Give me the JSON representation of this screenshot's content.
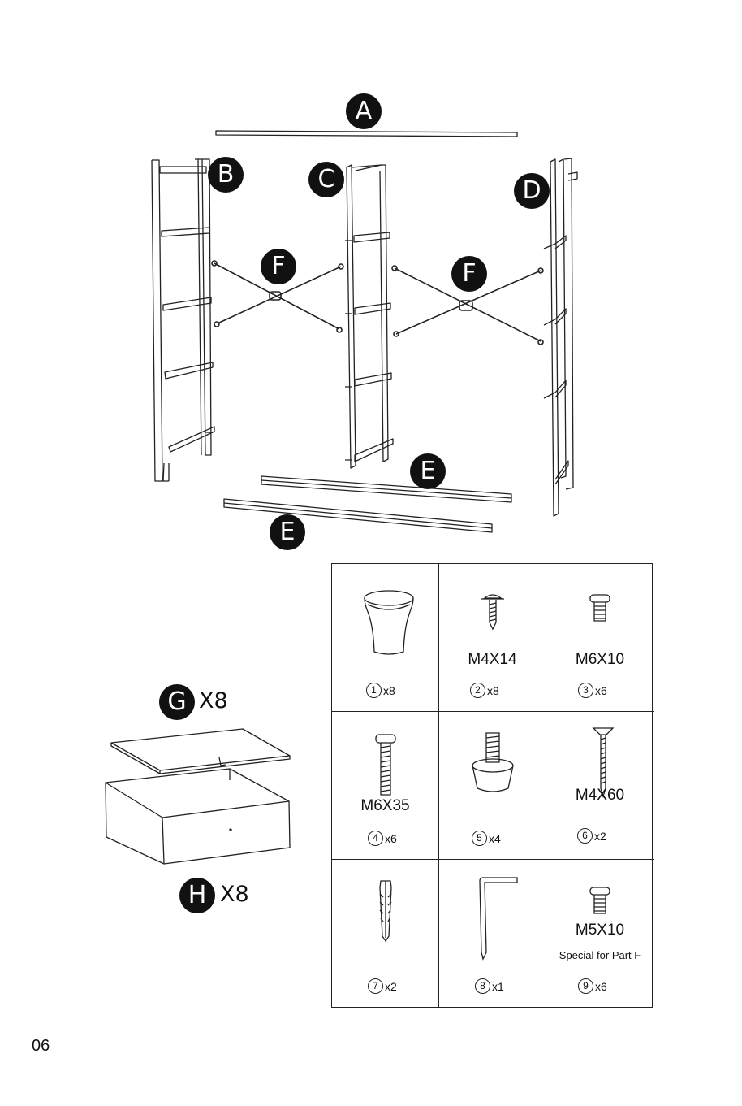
{
  "labels": {
    "a": "A",
    "b": "B",
    "c": "C",
    "d": "D",
    "e1": "E",
    "e2": "E",
    "f1": "F",
    "f2": "F",
    "g": "G",
    "h": "H"
  },
  "drawer_parts": {
    "g_qty": "X8",
    "h_qty": "X8"
  },
  "hardware": [
    {
      "num": "1",
      "qty": "x8",
      "code": "",
      "note": "",
      "icon": "knob-icon"
    },
    {
      "num": "2",
      "qty": "x8",
      "code": "M4X14",
      "note": "",
      "icon": "screw-m4x14-icon"
    },
    {
      "num": "3",
      "qty": "x6",
      "code": "M6X10",
      "note": "",
      "icon": "bolt-m6x10-icon"
    },
    {
      "num": "4",
      "qty": "x6",
      "code": "M6X35",
      "note": "",
      "icon": "bolt-m6x35-icon"
    },
    {
      "num": "5",
      "qty": "x4",
      "code": "",
      "note": "",
      "icon": "leveling-foot-icon"
    },
    {
      "num": "6",
      "qty": "x2",
      "code": "M4X60",
      "note": "",
      "icon": "screw-m4x60-icon"
    },
    {
      "num": "7",
      "qty": "x2",
      "code": "",
      "note": "",
      "icon": "wall-anchor-icon"
    },
    {
      "num": "8",
      "qty": "x1",
      "code": "",
      "note": "",
      "icon": "allen-key-icon"
    },
    {
      "num": "9",
      "qty": "x6",
      "code": "M5X10",
      "note": "Special for Part F",
      "icon": "bolt-m5x10-icon"
    }
  ],
  "page_number": "06"
}
